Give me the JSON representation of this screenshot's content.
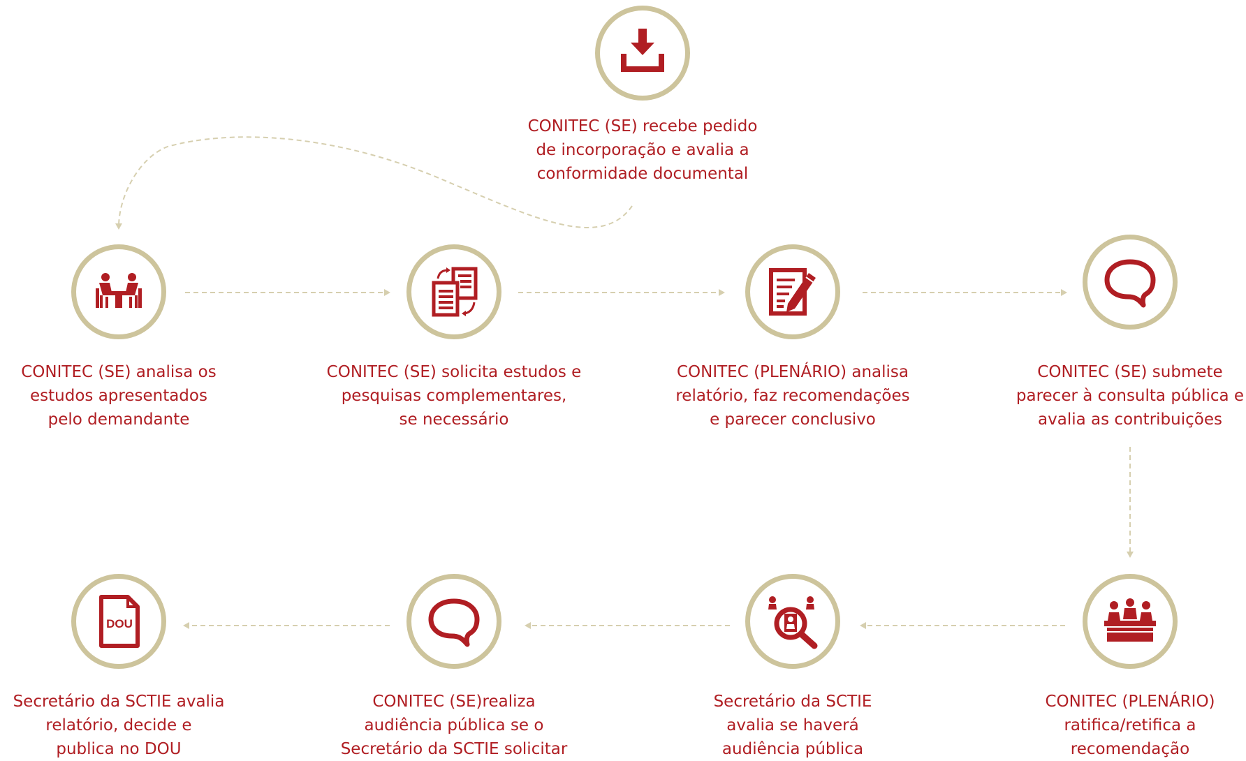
{
  "colors": {
    "accent": "#b01e23",
    "ring": "#cdc49c",
    "connector": "#d6cfaf"
  },
  "steps": [
    {
      "id": "receive",
      "icon": "download-tray-icon",
      "label": "CONITEC (SE) recebe pedido\nde incorporação e avalia a\nconformidade documental"
    },
    {
      "id": "analyze",
      "icon": "meeting-table-icon",
      "label": "CONITEC (SE) analisa os\nestudos apresentados\npelo demandante"
    },
    {
      "id": "request",
      "icon": "documents-exchange-icon",
      "label": "CONITEC (SE) solicita estudos e\npesquisas complementares,\nse necessário"
    },
    {
      "id": "plenary",
      "icon": "document-edit-icon",
      "label": "CONITEC (PLENÁRIO) analisa\nrelatório, faz recomendações\ne parecer conclusivo"
    },
    {
      "id": "consult",
      "icon": "speech-bubble-icon",
      "label": "CONITEC (SE) submete\nparecer à consulta pública e\navalia as contribuições"
    },
    {
      "id": "ratify",
      "icon": "assembly-panel-icon",
      "label": "CONITEC (PLENÁRIO)\nratifica/retifica a\nrecomendação"
    },
    {
      "id": "evaluate",
      "icon": "people-search-icon",
      "label": "Secretário da SCTIE\navalia se haverá\naudiência pública"
    },
    {
      "id": "hearing",
      "icon": "speech-bubble-icon",
      "label": "CONITEC (SE)realiza\naudiência pública se o\nSecretário da SCTIE solicitar"
    },
    {
      "id": "publish",
      "icon": "dou-document-icon",
      "label": "Secretário da SCTIE avalia\nrelatório, decide e\npublica no DOU"
    }
  ],
  "dou_text": "DOU"
}
